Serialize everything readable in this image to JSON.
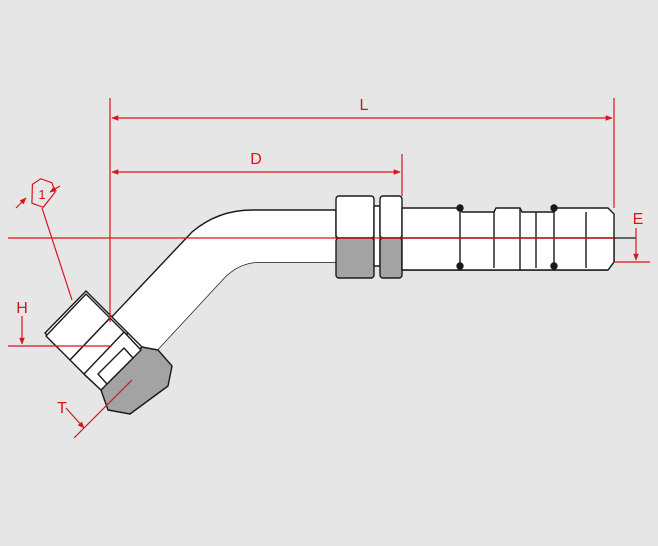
{
  "labels": {
    "L": "L",
    "D": "D",
    "E": "E",
    "H": "H",
    "T": "T",
    "hex_callout": "1"
  },
  "colors": {
    "background": "#e6e6e7",
    "dimension": "#d8141c",
    "outline": "#1a1a1a",
    "metal": "#ffffff",
    "metal_shadow": "#a3a3a3"
  }
}
